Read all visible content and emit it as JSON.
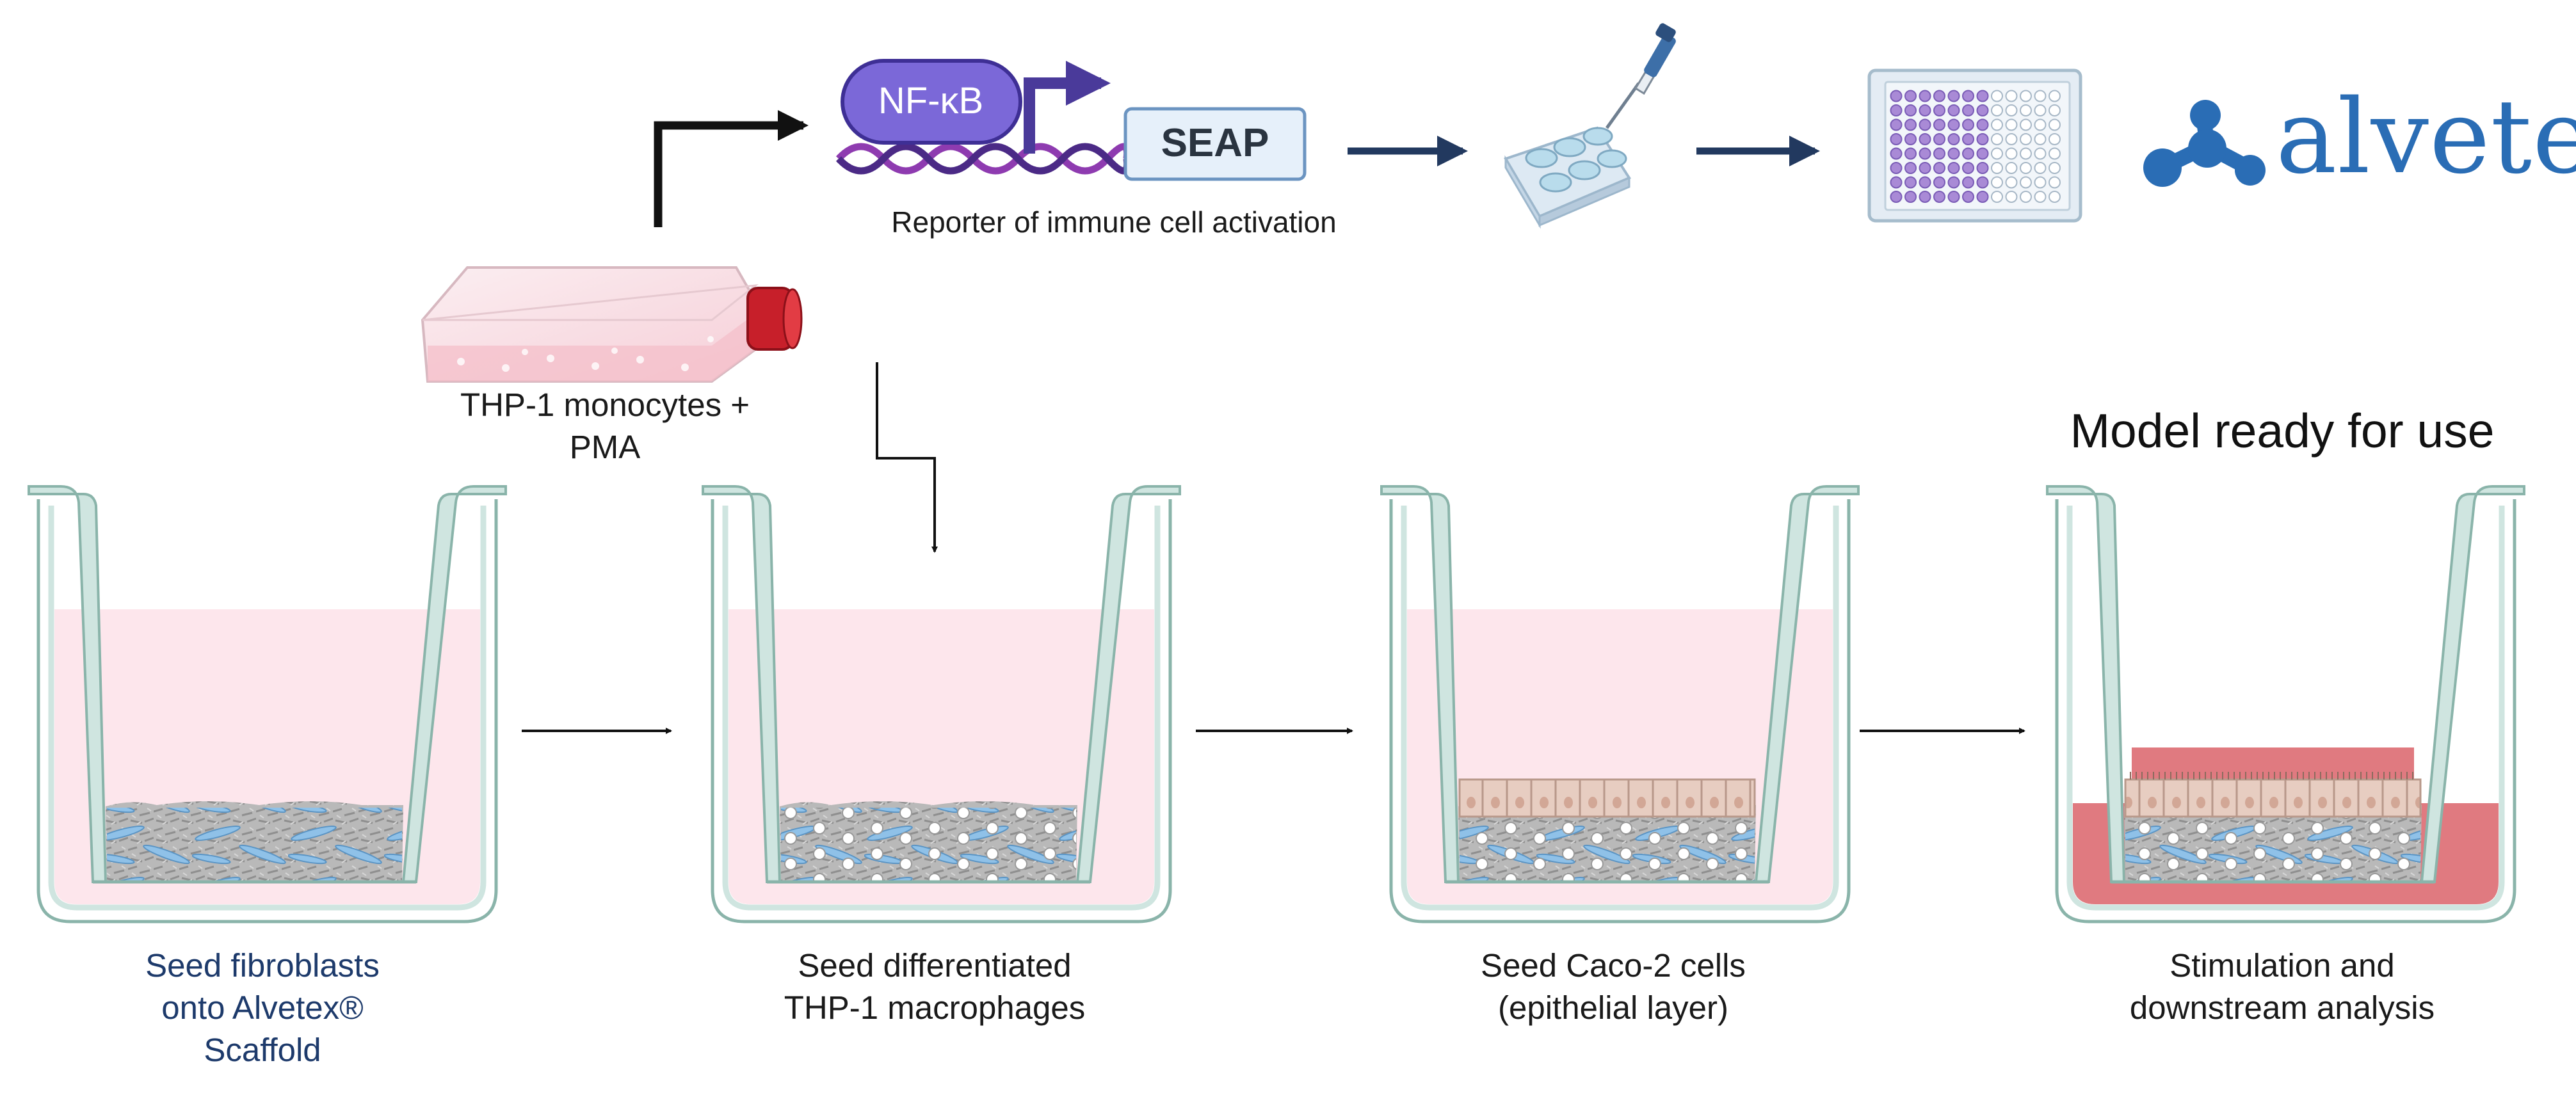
{
  "title": "Model ready for use",
  "thp1_label": {
    "line1": "THP-1 monocytes +",
    "line2": "PMA"
  },
  "reporter": {
    "nfkb_label": "NF-κB",
    "seap_label": "SEAP",
    "caption": "Reporter of immune cell activation"
  },
  "brand": {
    "name": "alvetex"
  },
  "steps": [
    {
      "line1": "Seed fibroblasts",
      "line2": "onto Alvetex®",
      "line3": "Scaffold"
    },
    {
      "line1": "Seed differentiated",
      "line2": "THP-1 macrophages"
    },
    {
      "line1": "Seed Caco-2 cells",
      "line2": "(epithelial layer)"
    },
    {
      "line1": "Stimulation and",
      "line2": "downstream analysis"
    }
  ],
  "colors": {
    "medium_pink": "#fde6ec",
    "stimulus_red": "#e07a80",
    "well_wall": "#cfe5e0",
    "well_outline": "#8ab4aa",
    "nfkb_purple": "#7b68d8",
    "seap_box": "#e6f0fa",
    "flow_arrow": "#22395f",
    "brand_blue": "#2a6db5",
    "fibroblast_blue": "#8fc1e8",
    "caco2_tan": "#e2c4b6"
  }
}
